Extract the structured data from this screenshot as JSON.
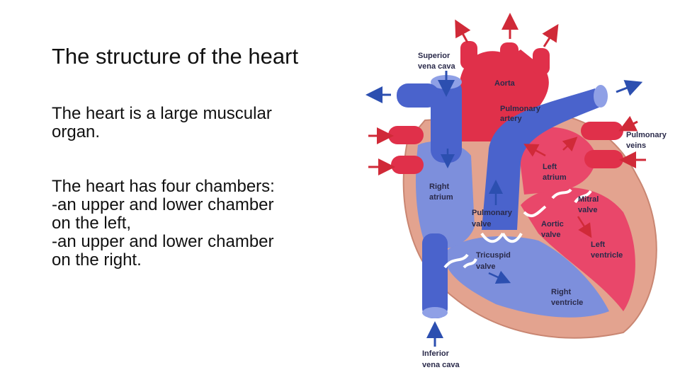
{
  "slide": {
    "title": "The structure of the heart",
    "paragraph1": [
      "The heart is a large muscular",
      "organ."
    ],
    "paragraph2": [
      "The heart has four chambers:",
      "-an upper and lower chamber",
      "on the left,",
      "-an upper and lower chamber",
      "on the right."
    ]
  },
  "diagram": {
    "labels": {
      "superior_vena_cava": [
        "Superior",
        "vena cava"
      ],
      "aorta": [
        "Aorta"
      ],
      "pulmonary_artery": [
        "Pulmonary",
        "artery"
      ],
      "pulmonary_veins": [
        "Pulmonary",
        "veins"
      ],
      "left_atrium": [
        "Left",
        "atrium"
      ],
      "right_atrium": [
        "Right",
        "atrium"
      ],
      "mitral_valve": [
        "Mitral",
        "valve"
      ],
      "pulmonary_valve": [
        "Pulmonary",
        "valve"
      ],
      "aortic_valve": [
        "Aortic",
        "valve"
      ],
      "left_ventricle": [
        "Left",
        "ventricle"
      ],
      "tricuspid_valve": [
        "Tricuspid",
        "valve"
      ],
      "right_ventricle": [
        "Right",
        "ventricle"
      ],
      "inferior_vena_cava": [
        "Inferior",
        "vena cava"
      ]
    },
    "colors": {
      "deoxygenated": "#4a63cc",
      "oxygenated": "#e0304a",
      "muscle": "#e3a38f",
      "arrow_red": "#d02a38",
      "arrow_blue": "#2c4fb0"
    }
  }
}
